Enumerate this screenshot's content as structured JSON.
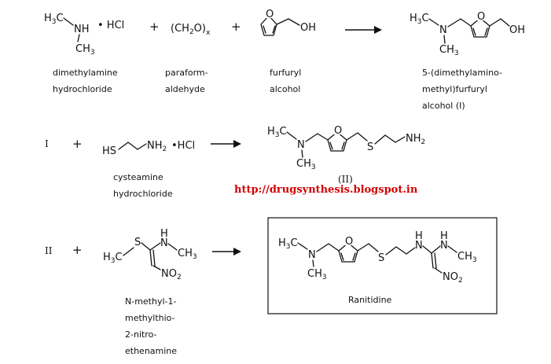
{
  "row1": {
    "dimethylamine": {
      "h3c": "H",
      "h3c_sub": "3",
      "h3c_c": "C",
      "nh": "NH",
      "dot_hcl": "• HCl",
      "ch3": "CH",
      "ch3_sub": "3",
      "caption": [
        "dimethylamine",
        "hydrochloride"
      ]
    },
    "plus1": "+",
    "paraform": {
      "formula": "(CH",
      "formula_sub": "2",
      "formula_o": "O)",
      "formula_x": "x",
      "caption": [
        "paraform-",
        "aldehyde"
      ]
    },
    "plus2": "+",
    "furfuryl": {
      "o": "O",
      "oh": "OH",
      "caption": [
        "furfuryl",
        "alcohol"
      ]
    },
    "product": {
      "h3c": "H",
      "h3c_sub": "3",
      "h3c_c": "C",
      "n": "N",
      "ch3": "CH",
      "ch3_sub": "3",
      "o": "O",
      "oh": "OH",
      "caption": [
        "5-(dimethylamino-",
        "methyl)furfuryl",
        "alcohol (I)"
      ]
    }
  },
  "row2": {
    "label": "I",
    "plus": "+",
    "cysteamine": {
      "hs": "HS",
      "nh2": "NH",
      "nh2_sub": "2",
      "dot_hcl": "•HCl",
      "caption": [
        "cysteamine",
        "hydrochloride"
      ]
    },
    "product": {
      "h3c": "H",
      "h3c_sub": "3",
      "h3c_c": "C",
      "n": "N",
      "ch3": "CH",
      "ch3_sub": "3",
      "o": "O",
      "s": "S",
      "nh2": "NH",
      "nh2_sub": "2",
      "label": "(II)"
    }
  },
  "watermark": "http://drugsynthesis.blogspot.in",
  "row3": {
    "label": "II",
    "plus": "+",
    "reagent": {
      "h3c": "H",
      "h3c_sub": "3",
      "h3c_c": "C",
      "s": "S",
      "nh_h": "H",
      "nh_n": "N",
      "ch3": "CH",
      "ch3_sub": "3",
      "no2": "NO",
      "no2_sub": "2",
      "caption": [
        "N-methyl-1-",
        "methylthio-",
        "2-nitro-",
        "ethenamine"
      ]
    },
    "product": {
      "h3c": "H",
      "h3c_sub": "3",
      "h3c_c": "C",
      "n": "N",
      "ch3a": "CH",
      "ch3a_sub": "3",
      "o": "O",
      "s": "S",
      "h1": "H",
      "n1": "N",
      "h2": "H",
      "n2": "N",
      "ch3b": "CH",
      "ch3b_sub": "3",
      "no2": "NO",
      "no2_sub": "2",
      "name": "Ranitidine"
    }
  }
}
